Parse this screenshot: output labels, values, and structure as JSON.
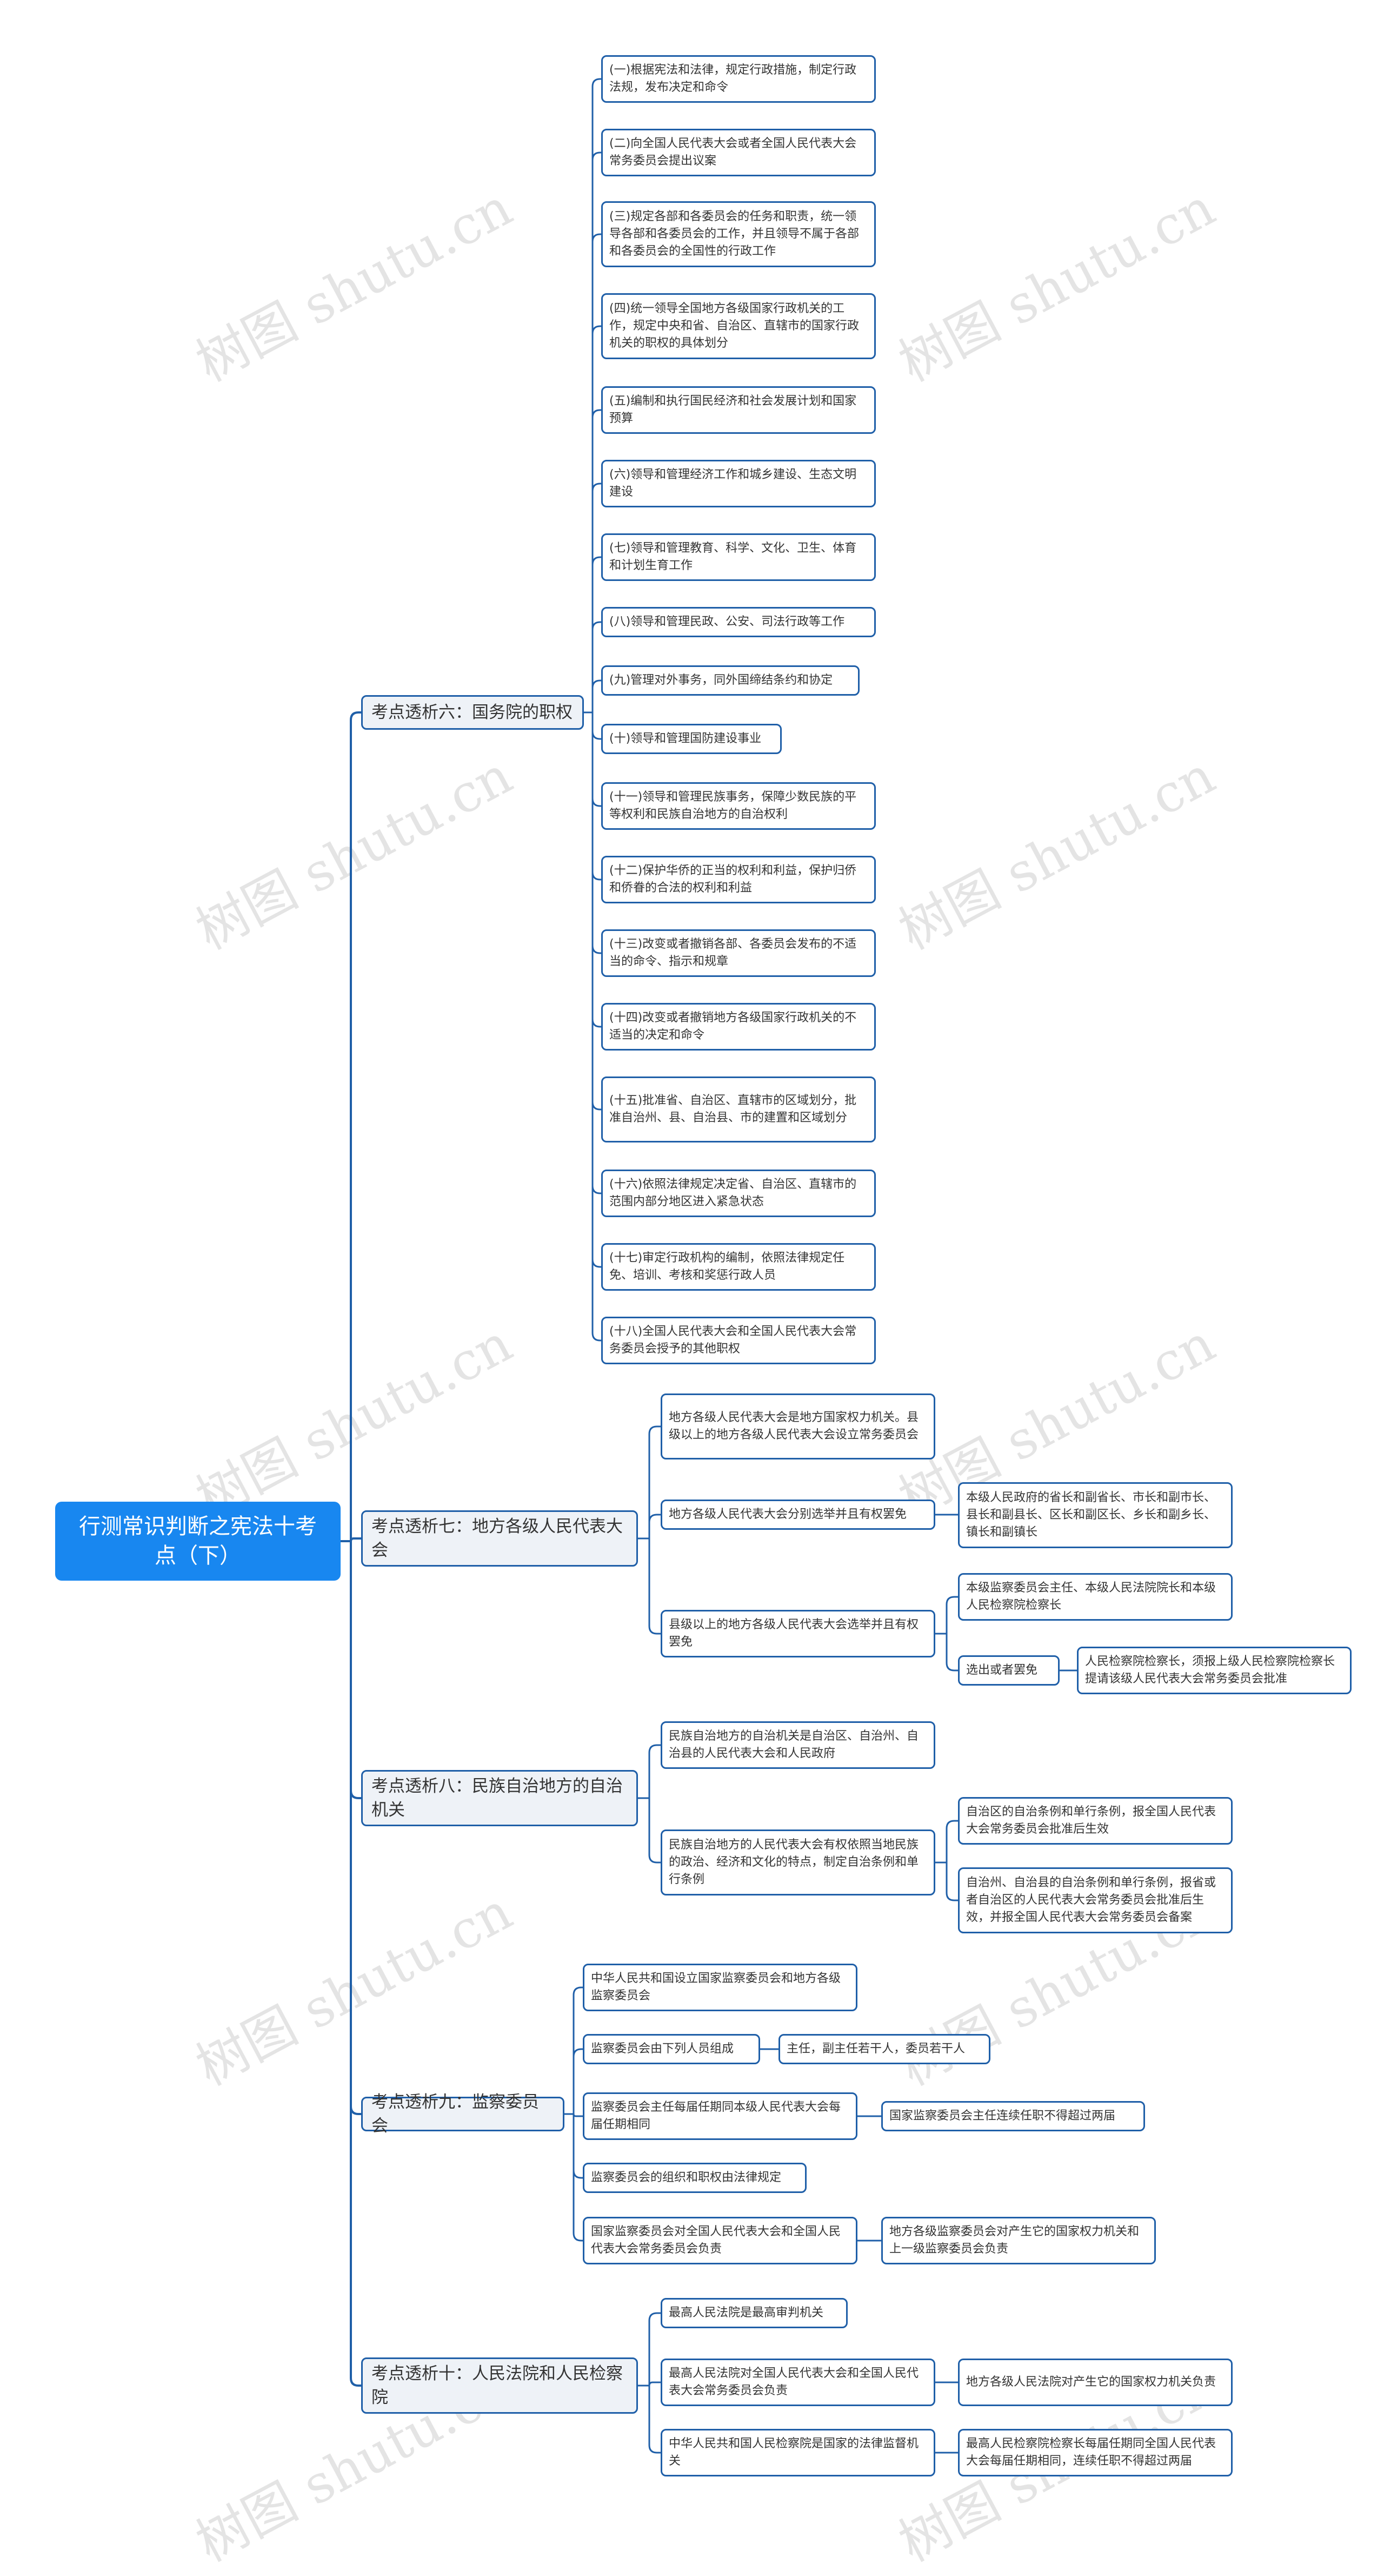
{
  "root": "行测常识判断之宪法十考点（下）",
  "watermark": "树图 shutu.cn",
  "colors": {
    "line": "#1f5fa8",
    "root_fill": "#1887f0",
    "category_fill": "#eef2f7"
  },
  "cat6": {
    "title": "考点透析六：国务院的职权",
    "items": [
      "(一)根据宪法和法律，规定行政措施，制定行政法规，发布决定和命令",
      "(二)向全国人民代表大会或者全国人民代表大会常务委员会提出议案",
      "(三)规定各部和各委员会的任务和职责，统一领导各部和各委员会的工作，并且领导不属于各部和各委员会的全国性的行政工作",
      "(四)统一领导全国地方各级国家行政机关的工作，规定中央和省、自治区、直辖市的国家行政机关的职权的具体划分",
      "(五)编制和执行国民经济和社会发展计划和国家预算",
      "(六)领导和管理经济工作和城乡建设、生态文明建设",
      "(七)领导和管理教育、科学、文化、卫生、体育和计划生育工作",
      "(八)领导和管理民政、公安、司法行政等工作",
      "(九)管理对外事务，同外国缔结条约和协定",
      "(十)领导和管理国防建设事业",
      "(十一)领导和管理民族事务，保障少数民族的平等权利和民族自治地方的自治权利",
      "(十二)保护华侨的正当的权利和利益，保护归侨和侨眷的合法的权利和利益",
      "(十三)改变或者撤销各部、各委员会发布的不适当的命令、指示和规章",
      "(十四)改变或者撤销地方各级国家行政机关的不适当的决定和命令",
      "(十五)批准省、自治区、直辖市的区域划分，批准自治州、县、自治县、市的建置和区域划分",
      "(十六)依照法律规定决定省、自治区、直辖市的范围内部分地区进入紧急状态",
      "(十七)审定行政机构的编制，依照法律规定任免、培训、考核和奖惩行政人员",
      "(十八)全国人民代表大会和全国人民代表大会常务委员会授予的其他职权"
    ]
  },
  "cat7": {
    "title": "考点透析七：地方各级人民代表大会",
    "a": "地方各级人民代表大会是地方国家权力机关。县级以上的地方各级人民代表大会设立常务委员会",
    "b": "地方各级人民代表大会分别选举并且有权罢免",
    "b1": "本级人民政府的省长和副省长、市长和副市长、县长和副县长、区长和副区长、乡长和副乡长、镇长和副镇长",
    "c": "县级以上的地方各级人民代表大会选举并且有权罢免",
    "c1": "本级监察委员会主任、本级人民法院院长和本级人民检察院检察长",
    "c2": "选出或者罢免",
    "c2a": "人民检察院检察长，须报上级人民检察院检察长提请该级人民代表大会常务委员会批准"
  },
  "cat8": {
    "title": "考点透析八：民族自治地方的自治机关",
    "a": "民族自治地方的自治机关是自治区、自治州、自治县的人民代表大会和人民政府",
    "b": "民族自治地方的人民代表大会有权依照当地民族的政治、经济和文化的特点，制定自治条例和单行条例",
    "b1": "自治区的自治条例和单行条例，报全国人民代表大会常务委员会批准后生效",
    "b2": "自治州、自治县的自治条例和单行条例，报省或者自治区的人民代表大会常务委员会批准后生效，并报全国人民代表大会常务委员会备案"
  },
  "cat9": {
    "title": "考点透析九：监察委员会",
    "a": "中华人民共和国设立国家监察委员会和地方各级监察委员会",
    "b": "监察委员会由下列人员组成",
    "b1": "主任，副主任若干人，委员若干人",
    "c": "监察委员会主任每届任期同本级人民代表大会每届任期相同",
    "c1": "国家监察委员会主任连续任职不得超过两届",
    "d": "监察委员会的组织和职权由法律规定",
    "e": "国家监察委员会对全国人民代表大会和全国人民代表大会常务委员会负责",
    "e1": "地方各级监察委员会对产生它的国家权力机关和上一级监察委员会负责"
  },
  "cat10": {
    "title": "考点透析十：人民法院和人民检察院",
    "a": "最高人民法院是最高审判机关",
    "b": "最高人民法院对全国人民代表大会和全国人民代表大会常务委员会负责",
    "b1": "地方各级人民法院对产生它的国家权力机关负责",
    "c": "中华人民共和国人民检察院是国家的法律监督机关",
    "c1": "最高人民检察院检察长每届任期同全国人民代表大会每届任期相同，连续任职不得超过两届"
  }
}
